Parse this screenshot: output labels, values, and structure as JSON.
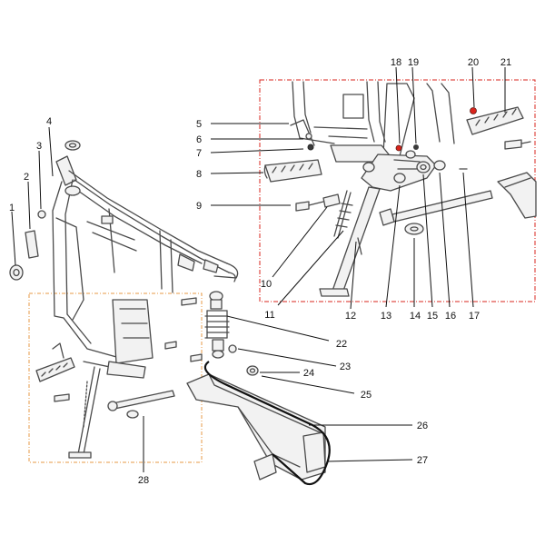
{
  "callouts": [
    {
      "id": "1",
      "label": "1"
    },
    {
      "id": "2",
      "label": "2"
    },
    {
      "id": "3",
      "label": "3"
    },
    {
      "id": "4",
      "label": "4"
    },
    {
      "id": "5",
      "label": "5"
    },
    {
      "id": "6",
      "label": "6"
    },
    {
      "id": "7",
      "label": "7"
    },
    {
      "id": "8",
      "label": "8"
    },
    {
      "id": "9",
      "label": "9"
    },
    {
      "id": "10",
      "label": "10"
    },
    {
      "id": "11",
      "label": "11"
    },
    {
      "id": "12",
      "label": "12"
    },
    {
      "id": "13",
      "label": "13"
    },
    {
      "id": "14",
      "label": "14"
    },
    {
      "id": "15",
      "label": "15"
    },
    {
      "id": "16",
      "label": "16"
    },
    {
      "id": "17",
      "label": "17"
    },
    {
      "id": "18",
      "label": "18"
    },
    {
      "id": "19",
      "label": "19"
    },
    {
      "id": "20",
      "label": "20"
    },
    {
      "id": "21",
      "label": "21"
    },
    {
      "id": "22",
      "label": "22"
    },
    {
      "id": "23",
      "label": "23"
    },
    {
      "id": "24",
      "label": "24"
    },
    {
      "id": "25",
      "label": "25"
    },
    {
      "id": "26",
      "label": "26"
    },
    {
      "id": "27",
      "label": "27"
    },
    {
      "id": "28",
      "label": "28"
    }
  ],
  "colors": {
    "detail_box": "#d9241c",
    "overview_box": "#e79a44",
    "line_art": "#4a4a4a",
    "highlight_bolt": "#d9241c"
  }
}
